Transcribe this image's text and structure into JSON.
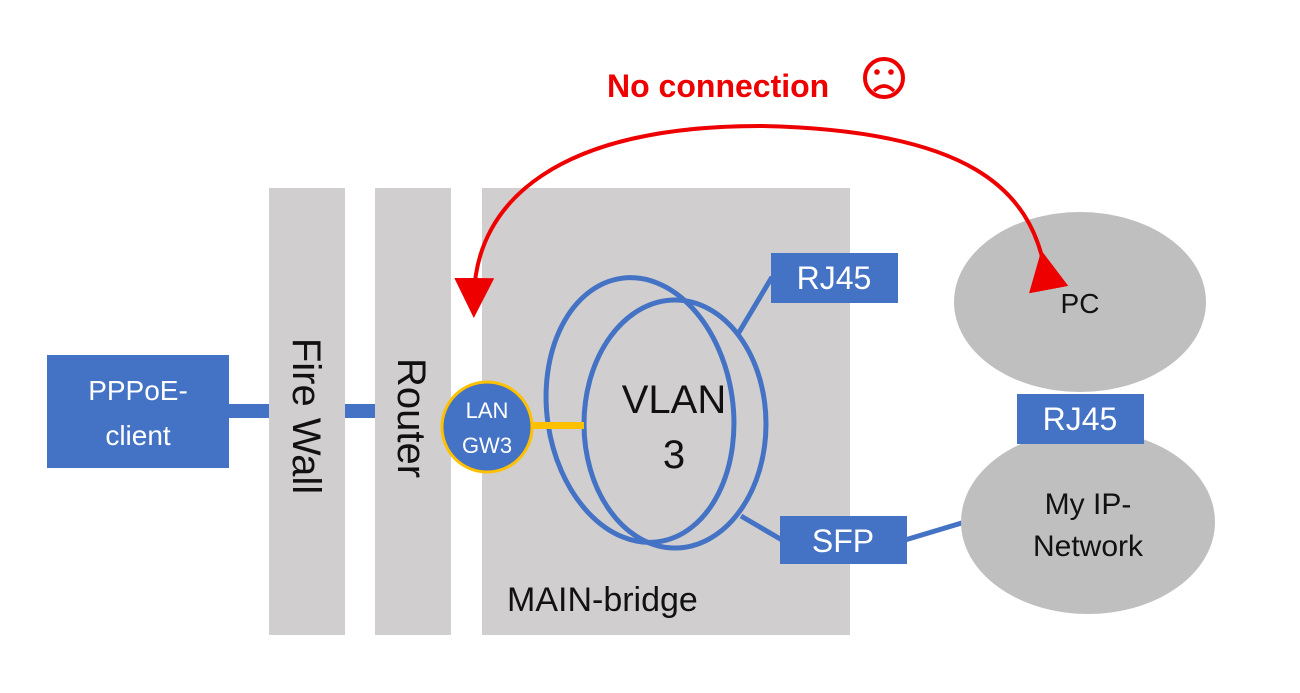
{
  "title": {
    "text": "No connection",
    "emoji": "frown-face",
    "color": "#ee0000"
  },
  "colors": {
    "blue": "#4472c4",
    "gray_panel": "#d0cece",
    "gray_node": "#bfbfbf",
    "gold": "#ffc000",
    "red": "#ee0000"
  },
  "nodes": {
    "pppoe": {
      "line1": "PPPoE-",
      "line2": "client"
    },
    "firewall": {
      "label": "Fire Wall"
    },
    "router": {
      "label": "Router"
    },
    "lan_gw": {
      "line1": "LAN",
      "line2": "GW3"
    },
    "bridge": {
      "label": "MAIN-bridge"
    },
    "vlan": {
      "line1": "VLAN",
      "line2": "3"
    },
    "rj45_bridge": {
      "label": "RJ45"
    },
    "sfp": {
      "label": "SFP"
    },
    "pc": {
      "label": "PC"
    },
    "rj45_pc": {
      "label": "RJ45"
    },
    "ipnet": {
      "line1": "My IP-",
      "line2": "Network"
    }
  }
}
